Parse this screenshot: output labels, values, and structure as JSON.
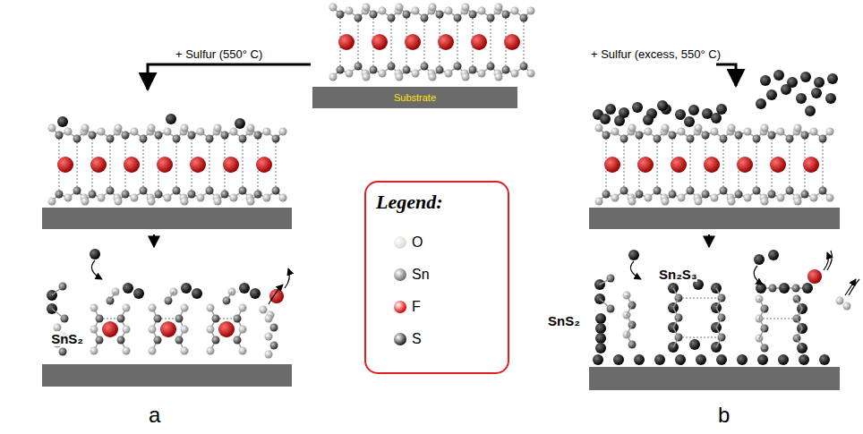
{
  "diagram": {
    "nodes": [
      {
        "text": [
          "Substrate"
        ]
      }
    ],
    "labels": [
      "+ Sulfur (550° C)",
      "+ Sulfur (excess, 550° C)",
      "Legend:",
      "SnS₂",
      "Sn₂S₃",
      "SnS₂",
      "a",
      "b"
    ],
    "legend": [
      {
        "text": "O",
        "color": "#d8d8d8"
      },
      {
        "text": "Sn",
        "color": "#707070"
      },
      {
        "text": "F",
        "color": "#e00000"
      },
      {
        "text": "S",
        "color": "#1e1e1e"
      }
    ]
  }
}
